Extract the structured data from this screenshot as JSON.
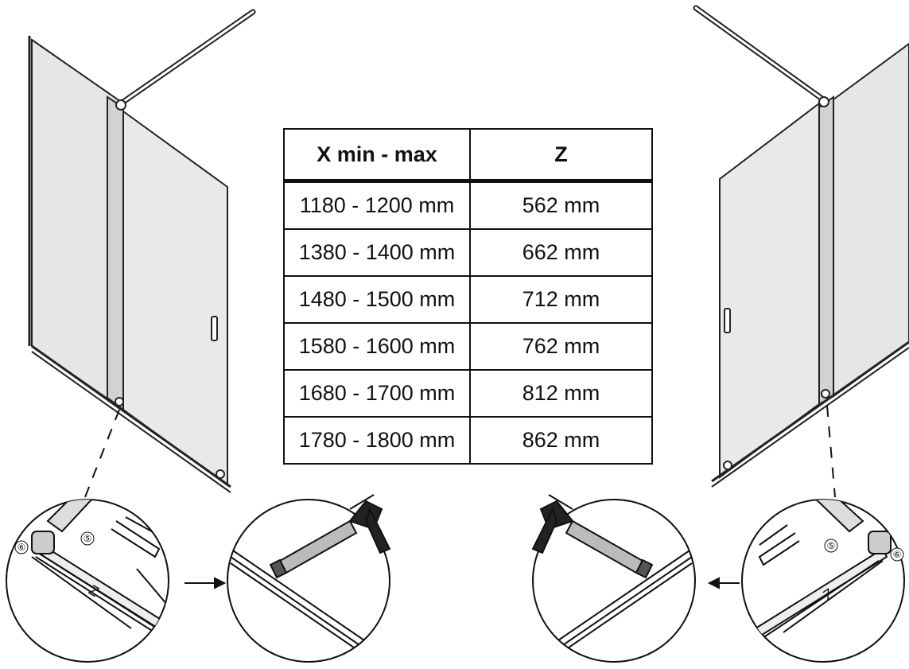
{
  "table": {
    "headers": [
      "X min - max",
      "Z"
    ],
    "rows": [
      [
        "1180 - 1200 mm",
        "562 mm"
      ],
      [
        "1380 - 1400 mm",
        "662 mm"
      ],
      [
        "1480 - 1500 mm",
        "712 mm"
      ],
      [
        "1580 - 1600 mm",
        "762 mm"
      ],
      [
        "1680 - 1700 mm",
        "812 mm"
      ],
      [
        "1780 - 1800 mm",
        "862 mm"
      ]
    ]
  },
  "callouts": {
    "left_part_a": "⑥",
    "left_part_b": "⑤",
    "right_part_a": "⑤",
    "right_part_b": "⑥",
    "dimension": "Z"
  },
  "colors": {
    "glass": "#e6e6e6",
    "frame": "#222222",
    "line": "#111111"
  }
}
